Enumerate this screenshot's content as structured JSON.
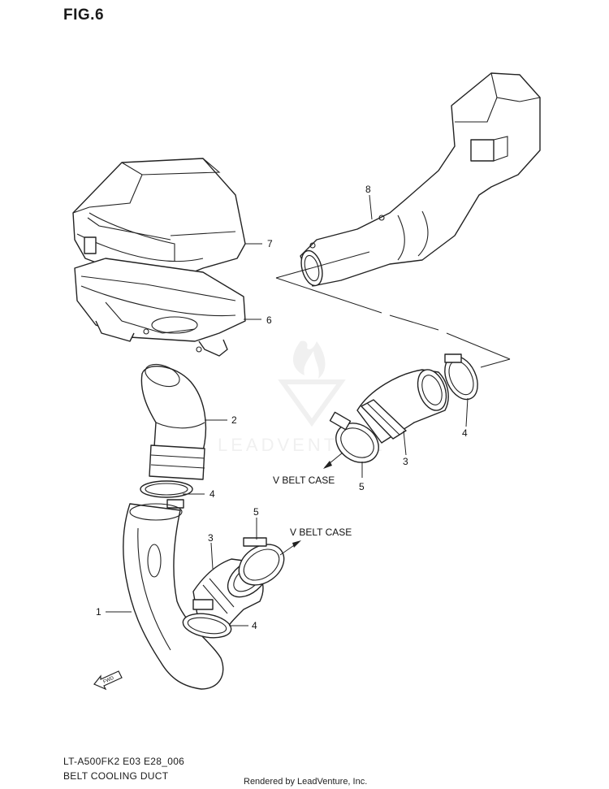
{
  "figure_title": "FIG.6",
  "callouts": {
    "p1": "1",
    "p2": "2",
    "p3_left": "3",
    "p3_right": "3",
    "p4_upper_left": "4",
    "p4_lower_left": "4",
    "p4_right": "4",
    "p5_left": "5",
    "p5_right": "5",
    "p6": "6",
    "p7": "7",
    "p8": "8"
  },
  "notes": {
    "v_belt_case_upper": "V BELT CASE",
    "v_belt_case_lower": "V BELT CASE",
    "fwd": "FWD"
  },
  "footer": {
    "model": "LT-A500FK2 E03 E28_006",
    "section": "BELT COOLING DUCT"
  },
  "watermark": "LEADVENTURE",
  "credit": "Rendered by LeadVenture, Inc."
}
